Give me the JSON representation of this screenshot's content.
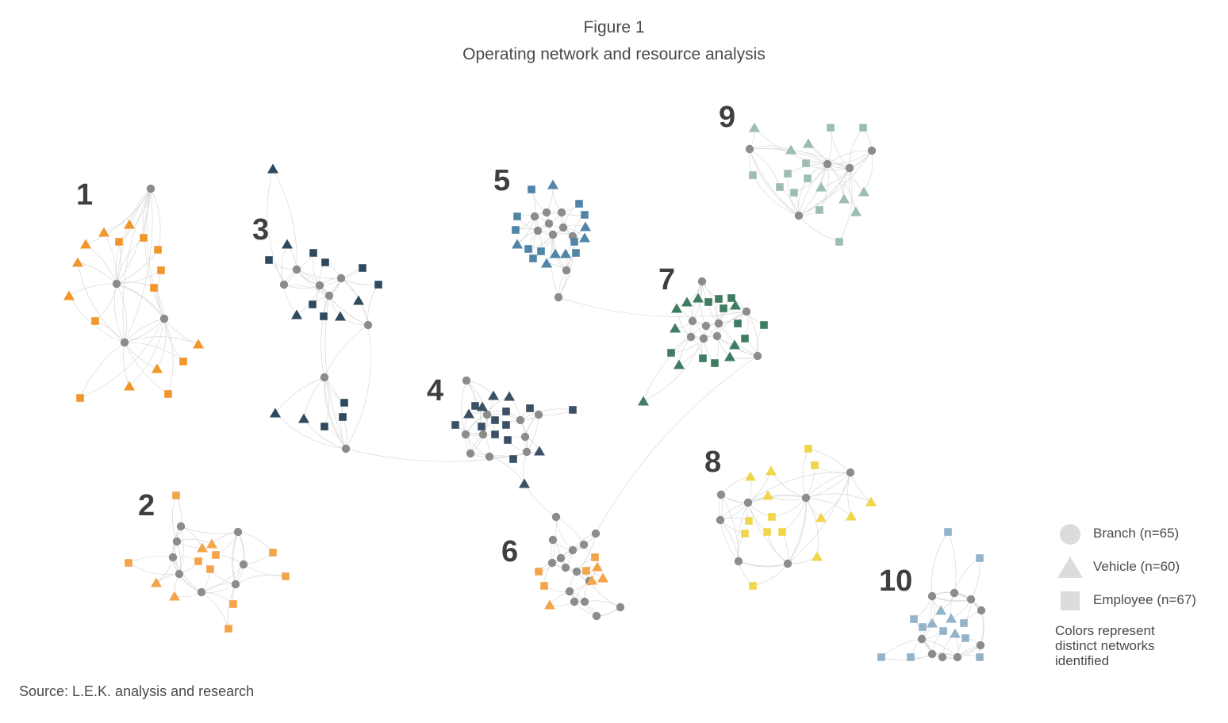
{
  "title": "Figure 1",
  "subtitle": "Operating network and resource analysis",
  "source": "Source: L.E.K. analysis and research",
  "legend": {
    "items": [
      {
        "label": "Branch (n=65)",
        "shape": "circle"
      },
      {
        "label": "Vehicle (n=60)",
        "shape": "triangle"
      },
      {
        "label": "Employee (n=67)",
        "shape": "square"
      }
    ],
    "note": "Colors represent distinct networks identified"
  },
  "colors": {
    "branch": "#8c8c8c",
    "legend_shape": "#dcdcdc",
    "edge": "#d9d9d9",
    "networks": {
      "1": "#f0962a",
      "2": "#f4a44a",
      "3": "#2f4a5e",
      "4": "#3b5066",
      "5": "#4f86a8",
      "6": "#f4a44a",
      "7": "#3e7d62",
      "8": "#f0d64a",
      "9": "#9dbdb2",
      "10": "#93b3cb"
    }
  },
  "clusters": [
    {
      "label": "1",
      "color_key": "1"
    },
    {
      "label": "2",
      "color_key": "2"
    },
    {
      "label": "3",
      "color_key": "3"
    },
    {
      "label": "4",
      "color_key": "4"
    },
    {
      "label": "5",
      "color_key": "5"
    },
    {
      "label": "6",
      "color_key": "6"
    },
    {
      "label": "7",
      "color_key": "7"
    },
    {
      "label": "8",
      "color_key": "8"
    },
    {
      "label": "9",
      "color_key": "9"
    },
    {
      "label": "10",
      "color_key": "10"
    }
  ]
}
